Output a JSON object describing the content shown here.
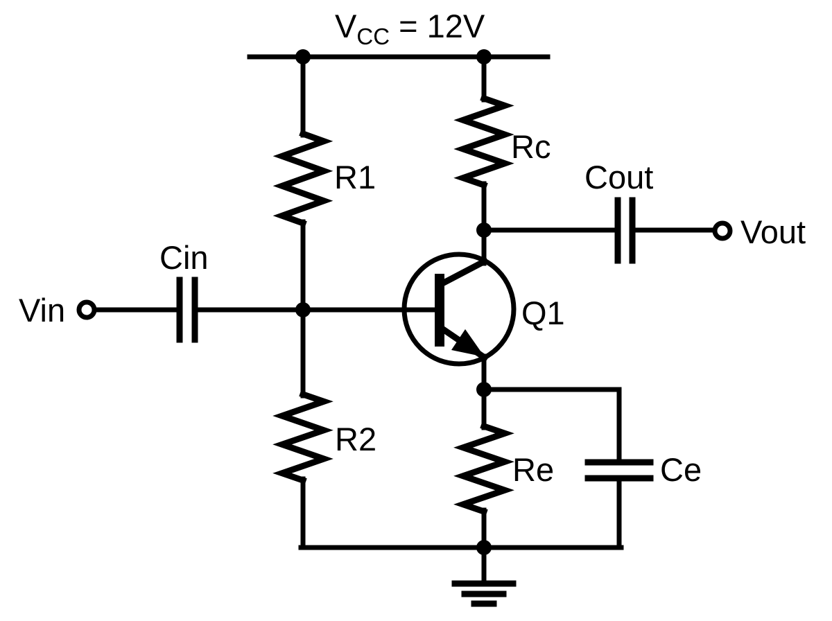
{
  "diagram": {
    "type": "circuit-schematic",
    "description": "Common-emitter NPN transistor amplifier with voltage divider bias",
    "title": {
      "prefix": "V",
      "subscript": "CC",
      "suffix": " = 12V"
    },
    "terminals": {
      "input": "Vin",
      "output": "Vout"
    },
    "components": {
      "r1": "R1",
      "r2": "R2",
      "rc": "Rc",
      "re": "Re",
      "cin": "Cin",
      "cout": "Cout",
      "ce": "Ce",
      "q1": "Q1"
    },
    "colors": {
      "ink": "#000000",
      "background": "#ffffff"
    }
  }
}
